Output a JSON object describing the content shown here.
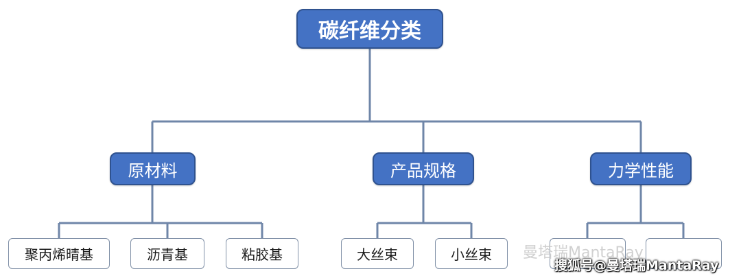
{
  "diagram": {
    "root": "碳纤维分类",
    "categories": [
      {
        "label": "原材料",
        "children": [
          "聚丙烯晴基",
          "沥青基",
          "粘胶基"
        ]
      },
      {
        "label": "产品规格",
        "children": [
          "大丝束",
          "小丝束"
        ]
      },
      {
        "label": "力学性能",
        "children": [
          "",
          ""
        ]
      }
    ]
  },
  "watermark": {
    "overlay": "搜狐号@曼塔瑞MantaRay",
    "faint": "曼塔瑞MantaRay"
  },
  "colors": {
    "node_fill": "#4472c4",
    "node_border": "#2f528f",
    "connector": "#6f86a8",
    "leaf_border": "#7f8fa6"
  }
}
